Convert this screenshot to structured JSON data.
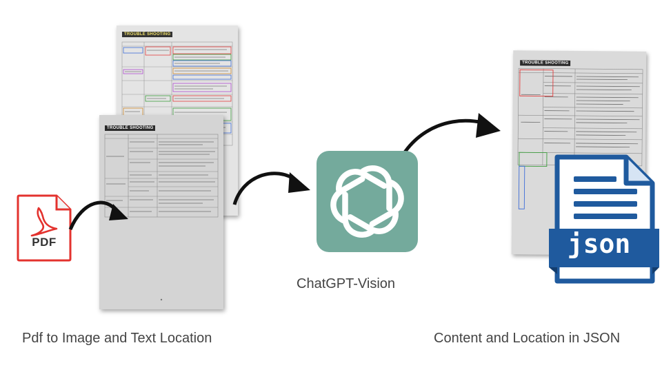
{
  "pdf_icon": {
    "label": "PDF",
    "color": "#e3322e"
  },
  "documents": {
    "header_text": "TROUBLE SHOOTING"
  },
  "center_node": {
    "label": "ChatGPT-Vision",
    "bg_color": "#74aa9c"
  },
  "json_icon": {
    "label": "json",
    "color": "#1f5a9e"
  },
  "captions": {
    "left": "Pdf to Image and Text Location",
    "right": "Content and Location in JSON"
  }
}
